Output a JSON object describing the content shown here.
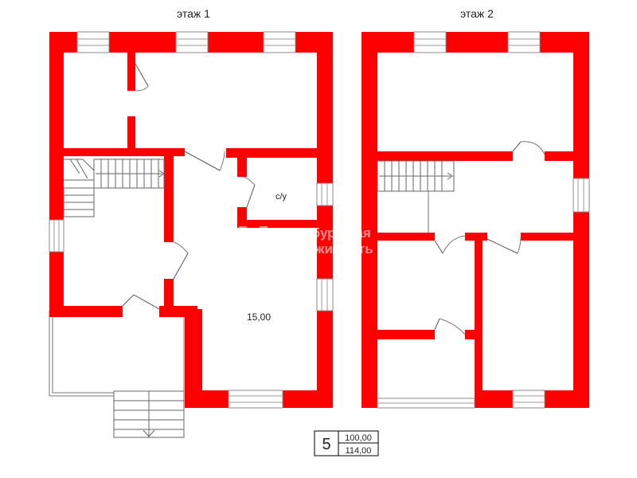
{
  "floors": [
    {
      "title": "этаж 1"
    },
    {
      "title": "этаж 2"
    }
  ],
  "rooms": {
    "bathroom_label": "с/у",
    "living_area": "15,00"
  },
  "watermark": {
    "line1": "петербургская",
    "line2": "недвижимость"
  },
  "legend": {
    "number": "5",
    "value_top": "100,00",
    "value_bottom": "114,00"
  },
  "colors": {
    "wall": "#ff0000",
    "background": "#ffffff"
  }
}
